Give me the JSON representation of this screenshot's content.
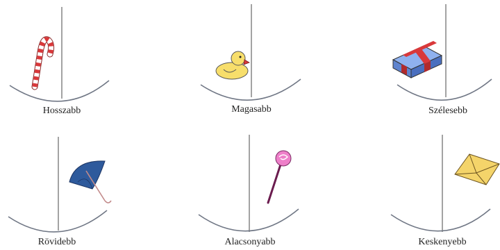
{
  "cards": [
    {
      "id": "hosszabb",
      "label": "Hosszabb",
      "icon": "candy-cane-icon"
    },
    {
      "id": "magasabb",
      "label": "Magasabb",
      "icon": "rubber-duck-icon"
    },
    {
      "id": "szelesebb",
      "label": "Szélesebb",
      "icon": "gift-box-icon"
    },
    {
      "id": "rovidebb",
      "label": "Rövidebb",
      "icon": "umbrella-icon"
    },
    {
      "id": "alacsonyabb",
      "label": "Alacsonyabb",
      "icon": "lollipop-icon"
    },
    {
      "id": "keskenyebb",
      "label": "Keskenyebb",
      "icon": "envelope-icon"
    }
  ],
  "colors": {
    "line": "#666666",
    "arc": "#707785",
    "candy_red": "#d9383a",
    "duck_yellow": "#f7de6b",
    "box_blue": "#6b8fd6",
    "ribbon_red": "#d9383a",
    "umbrella_blue": "#2e5a9c",
    "lollipop_pink": "#ee7fc9",
    "lollipop_stick": "#6b1c4f",
    "envelope_yellow": "#f4d46a"
  }
}
